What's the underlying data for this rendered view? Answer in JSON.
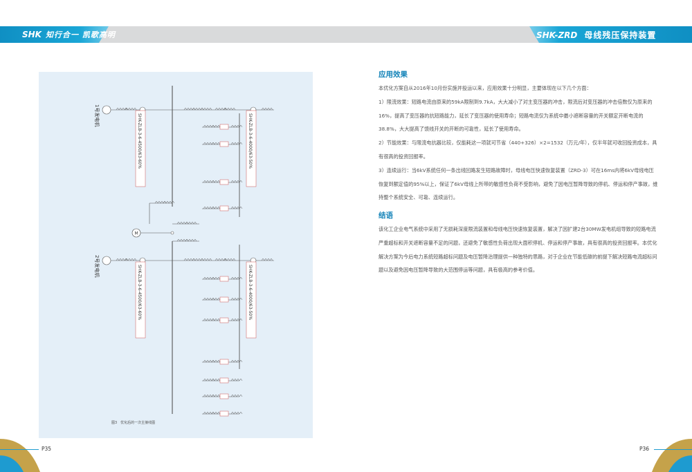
{
  "header": {
    "left_brand": "SHK",
    "left_slogan": "知行合一 凯歌高明",
    "right_brand": "SHK-ZRD",
    "right_title": "母线残压保持装置"
  },
  "colors": {
    "accent": "#1383b8",
    "band": "#0f8fc3",
    "gold": "#c5a24a",
    "panel": "#e4eff8"
  },
  "figure": {
    "gen1_label": "1号发电机",
    "gen2_label": "2号发电机",
    "motor_label": "M",
    "zlb_label": "SHK-ZLB-3-6-4500/63-60%",
    "zrd_label": "SHK-ZLB-3-6-4000/63-50%",
    "caption": "图3　优化后的一次主接线图"
  },
  "sections": [
    {
      "title": "应用效果",
      "paragraphs": [
        "本优化方案自从2016年10月份实施并投运以来，应用效果十分明显，主要体现在以下几个方面：",
        "1）限流效果：短路电流由原来的59kA限制到9.7kA，大大减小了对主变压器的冲击，限流后对变压器的冲击倍数仅为原来的16%，提高了变压器的抗短路能力，延长了变压器的使用寿命；短路电流仅为系统中最小遮断容量的开关额定开断电流的38.8%，大大提高了馈线开关的开断的可靠性，延长了使用寿命。",
        "2）节能效果：与限流电抗器比较，仅能耗这一项就可节省（440+326）×2=1532（万元/年），仅半年就可收回投资成本，具有很高的投资回报率。",
        "3）连续运行：当6kV系统任何一条出线回路发生短路故障时，母线电压快速恢复装置（ZRD-3）可在16ms内将6kV母线电压恢复到额定值的95%以上，保证了6kV母线上所带的敏感性负荷不受影响，避免了因电压暂降导致的停机、停运和停产事故，维持整个系统安全、可靠、连续运行。"
      ]
    },
    {
      "title": "结语",
      "paragraphs": [
        "该化工企业电气系统中采用了无损耗深度限流装置和母线电压快速恢复装置，解决了因扩建2台30MW发电机组导致的短路电流严重超标和开关遮断容量不足的问题，还避免了敏感性负荷出现大面积停机、停运和停产事故，具有很高的投资回报率。本优化解决方案为今后电力系统短路超标问题及电压暂降治理提供一种独特的思路，对于企业在节能低碳的前提下解决短路电流超标问题以及避免因电压暂降导致的大范围停运等问题，具有极高的参考价值。"
      ]
    }
  ],
  "page_left": "P35",
  "page_right": "P36"
}
